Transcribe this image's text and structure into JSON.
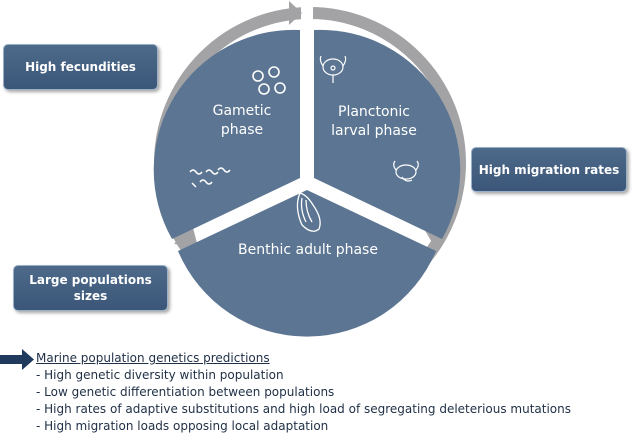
{
  "callouts": {
    "fecundities": "High fecundities",
    "migration": "High migration rates",
    "populations": "Large populations sizes"
  },
  "phases": {
    "gametic": "Gametic phase",
    "larval": "Planctonic larval phase",
    "benthic": "Benthic adult phase"
  },
  "predictions": {
    "title": "Marine population genetics predictions",
    "items": [
      "- High genetic diversity within population",
      "- Low genetic differentiation between populations",
      "- High rates of adaptive substitutions and high load of segregating deleterious mutations",
      "- High migration loads opposing local adaptation"
    ]
  },
  "colors": {
    "disc": "#5b7592",
    "ring": "#a3a3a5",
    "box": "#44607f",
    "text": "#1f2f45"
  }
}
